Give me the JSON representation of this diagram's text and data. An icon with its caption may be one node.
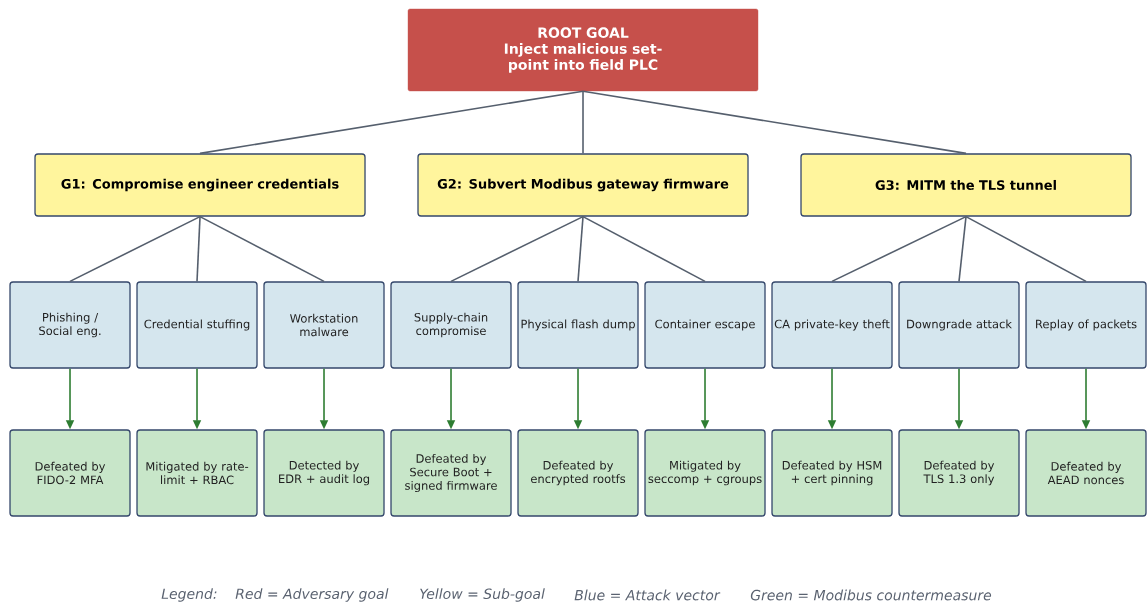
{
  "diagram": {
    "nodes": [
      {
        "text": [
          "ROOT GOAL",
          "Inject malicious set-point into field PLC"
        ]
      },
      {
        "text": [
          "G1: Compromise engineer credentials"
        ]
      },
      {
        "text": [
          "G2: Subvert Modibus gateway firmware"
        ]
      },
      {
        "text": [
          "G3: MITM the TLS tunnel"
        ]
      },
      {
        "text": [
          "Phishing / Social eng."
        ]
      },
      {
        "text": [
          "Credential stuffing"
        ]
      },
      {
        "text": [
          "Workstation malware"
        ]
      },
      {
        "text": [
          "Supply-chain compromise"
        ]
      },
      {
        "text": [
          "Physical flash dump"
        ]
      },
      {
        "text": [
          "Container escape"
        ]
      },
      {
        "text": [
          "CA private-key theft"
        ]
      },
      {
        "text": [
          "Downgrade attack"
        ]
      },
      {
        "text": [
          "Replay of packets"
        ]
      },
      {
        "text": [
          "Defeated by FIDO-2 MFA"
        ]
      },
      {
        "text": [
          "Mitigated by rate-limit + RBAC"
        ]
      },
      {
        "text": [
          "Detected by EDR + audit log"
        ]
      },
      {
        "text": [
          "Defeated by Secure Boot + signed firmware"
        ]
      },
      {
        "text": [
          "Defeated by encrypted rootfs"
        ]
      },
      {
        "text": [
          "Mitigated by seccomp + cgroups"
        ]
      },
      {
        "text": [
          "Defeated by HSM + cert pinning"
        ]
      },
      {
        "text": [
          "Defeated by TLS 1.3 only"
        ]
      },
      {
        "text": [
          "Defeated by AEAD nonces"
        ]
      }
    ],
    "edges": [
      {
        "from": 0,
        "to": 1,
        "arrow": "none"
      },
      {
        "from": 0,
        "to": 2,
        "arrow": "none"
      },
      {
        "from": 0,
        "to": 3,
        "arrow": "none"
      },
      {
        "from": 1,
        "to": 4,
        "arrow": "none"
      },
      {
        "from": 1,
        "to": 5,
        "arrow": "none"
      },
      {
        "from": 1,
        "to": 6,
        "arrow": "none"
      },
      {
        "from": 2,
        "to": 7,
        "arrow": "none"
      },
      {
        "from": 2,
        "to": 8,
        "arrow": "none"
      },
      {
        "from": 2,
        "to": 9,
        "arrow": "none"
      },
      {
        "from": 3,
        "to": 10,
        "arrow": "none"
      },
      {
        "from": 3,
        "to": 11,
        "arrow": "none"
      },
      {
        "from": 3,
        "to": 12,
        "arrow": "none"
      },
      {
        "from": 4,
        "to": 13,
        "arrow": "to",
        "color": "#2e7d32"
      },
      {
        "from": 5,
        "to": 14,
        "arrow": "to",
        "color": "#2e7d32"
      },
      {
        "from": 6,
        "to": 15,
        "arrow": "to",
        "color": "#2e7d32"
      },
      {
        "from": 7,
        "to": 16,
        "arrow": "to",
        "color": "#2e7d32"
      },
      {
        "from": 8,
        "to": 17,
        "arrow": "to",
        "color": "#2e7d32"
      },
      {
        "from": 9,
        "to": 18,
        "arrow": "to",
        "color": "#2e7d32"
      },
      {
        "from": 10,
        "to": 19,
        "arrow": "to",
        "color": "#2e7d32"
      },
      {
        "from": 11,
        "to": 20,
        "arrow": "to",
        "color": "#2e7d32"
      },
      {
        "from": 12,
        "to": 21,
        "arrow": "to",
        "color": "#2e7d32"
      }
    ],
    "labels": [
      "Legend:",
      "Red = Adversary goal",
      "Yellow = Sub-goal",
      "Blue = Attack vector",
      "Green = Modibus countermeasure"
    ]
  }
}
